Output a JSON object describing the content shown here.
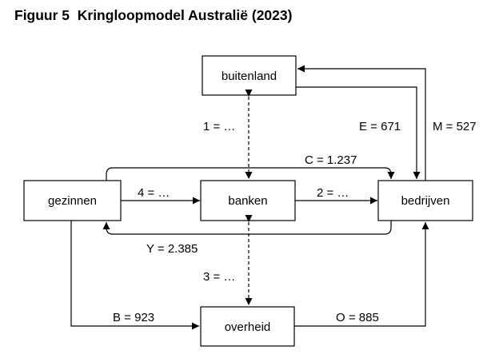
{
  "figure": {
    "title": "Figuur 5  Kringloopmodel Australië (2023)"
  },
  "nodes": {
    "buitenland": "buitenland",
    "gezinnen": "gezinnen",
    "banken": "banken",
    "bedrijven": "bedrijven",
    "overheid": "overheid"
  },
  "flows": {
    "flow_1": "1 = …",
    "flow_2": "2 = …",
    "flow_3": "3 = …",
    "flow_4": "4 = …",
    "consumption": "C = 1.237",
    "income": "Y = 2.385",
    "exports": "E = 671",
    "imports": "M = 527",
    "taxes": "B = 923",
    "government_spending": "O = 885"
  }
}
